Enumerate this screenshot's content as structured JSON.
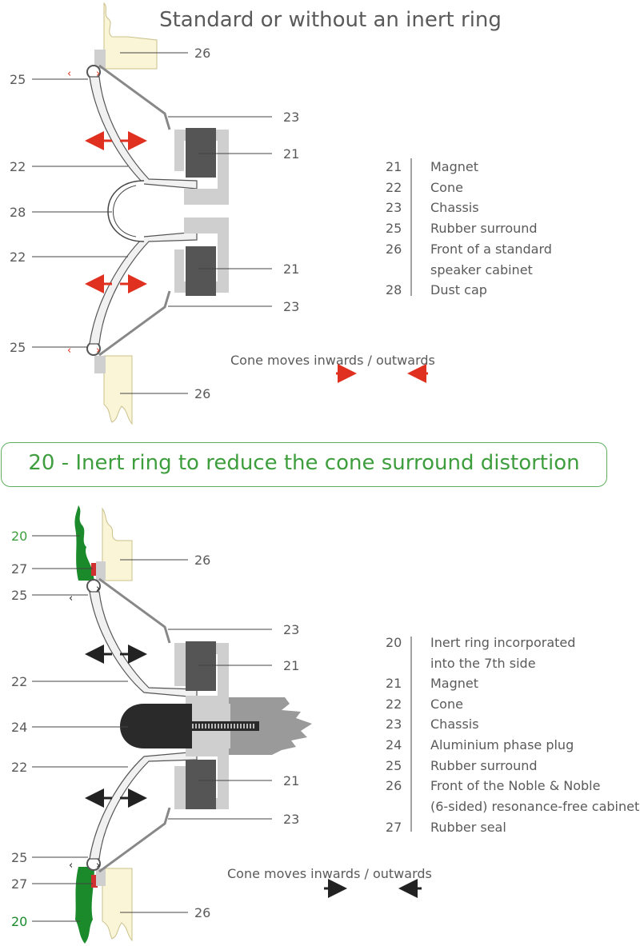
{
  "top_title": "Standard or without an inert ring",
  "banner_title": "20 - Inert ring to reduce the cone surround distortion",
  "top_callouts": {
    "c26a": "26",
    "c25a": "25",
    "c23a": "23",
    "c21a": "21",
    "c22a": "22",
    "c28": "28",
    "c22b": "22",
    "c21b": "21",
    "c23b": "23",
    "c25b": "25",
    "c26b": "26"
  },
  "bottom_callouts": {
    "c20a": "20",
    "c27a": "27",
    "c26a": "26",
    "c25a": "25",
    "c23a": "23",
    "c21a": "21",
    "c22a": "22",
    "c24": "24",
    "c22b": "22",
    "c21b": "21",
    "c23b": "23",
    "c25b": "25",
    "c27b": "27",
    "c20b": "20",
    "c26b": "26"
  },
  "top_legend": [
    {
      "num": "21",
      "text": "Magnet"
    },
    {
      "num": "22",
      "text": "Cone"
    },
    {
      "num": "23",
      "text": "Chassis"
    },
    {
      "num": "25",
      "text": "Rubber surround"
    },
    {
      "num": "26",
      "text": "Front of  a standard"
    },
    {
      "num": "",
      "text": "speaker cabinet"
    },
    {
      "num": "28",
      "text": "Dust cap"
    }
  ],
  "bottom_legend": [
    {
      "num": "20",
      "text": "Inert ring incorporated"
    },
    {
      "num": "",
      "text": "into the 7th side"
    },
    {
      "num": "21",
      "text": "Magnet"
    },
    {
      "num": "22",
      "text": "Cone"
    },
    {
      "num": "23",
      "text": "Chassis"
    },
    {
      "num": "24",
      "text": "Aluminium phase plug"
    },
    {
      "num": "25",
      "text": "Rubber surround"
    },
    {
      "num": "26",
      "text": "Front of  the Noble & Noble"
    },
    {
      "num": "",
      "text": "(6-sided) resonance-free cabinet"
    },
    {
      "num": "27",
      "text": "Rubber seal"
    }
  ],
  "top_motion_caption": "Cone moves inwards / outwards",
  "bottom_motion_caption": "Cone moves inwards / outwards",
  "colors": {
    "cabinet": "#fbf5d8",
    "magnet": "#555555",
    "chassis": "#cfcfcf",
    "inert_ring": "#1a8a2a",
    "seal": "#d03030",
    "arrow_red": "#e03020",
    "arrow_black": "#222222",
    "banner_green": "#3e9e3e"
  }
}
